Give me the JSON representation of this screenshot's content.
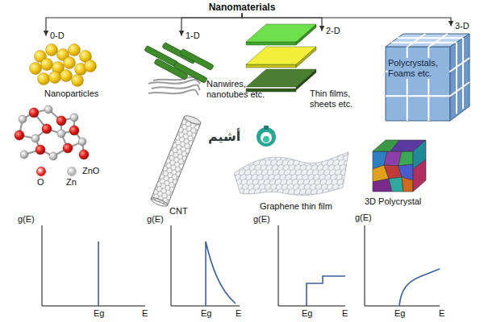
{
  "diagram": {
    "nodes": [
      {
        "text": [
          "Nanomaterials"
        ]
      },
      {
        "text": [
          "0-D"
        ]
      },
      {
        "text": [
          "1-D"
        ]
      },
      {
        "text": [
          "2-D"
        ]
      },
      {
        "text": [
          "3-D"
        ]
      }
    ],
    "edges": [
      {
        "from": 0,
        "to": 1,
        "arrow": "to"
      },
      {
        "from": 0,
        "to": 2,
        "arrow": "to"
      },
      {
        "from": 0,
        "to": 3,
        "arrow": "to"
      },
      {
        "from": 0,
        "to": 4,
        "arrow": "to"
      }
    ],
    "labels": [
      "Nanoparticles",
      "Nanwires, nanotubes etc.",
      "Thin films, sheets etc.",
      "Polycrystals, Foams etc.",
      "ZnO",
      "CNT",
      "أشيم",
      "Graphene thin film",
      "3D Polycrystal",
      "g(E)",
      "Eg",
      "E",
      "g(E)",
      "Eg",
      "E",
      "g(E)",
      "Eg",
      "E",
      "g(E)",
      "Eg",
      "E"
    ],
    "legend": [
      {
        "text": "O",
        "color": "#e0201c"
      },
      {
        "text": "Zn",
        "color": "#b4b4b4"
      }
    ]
  }
}
